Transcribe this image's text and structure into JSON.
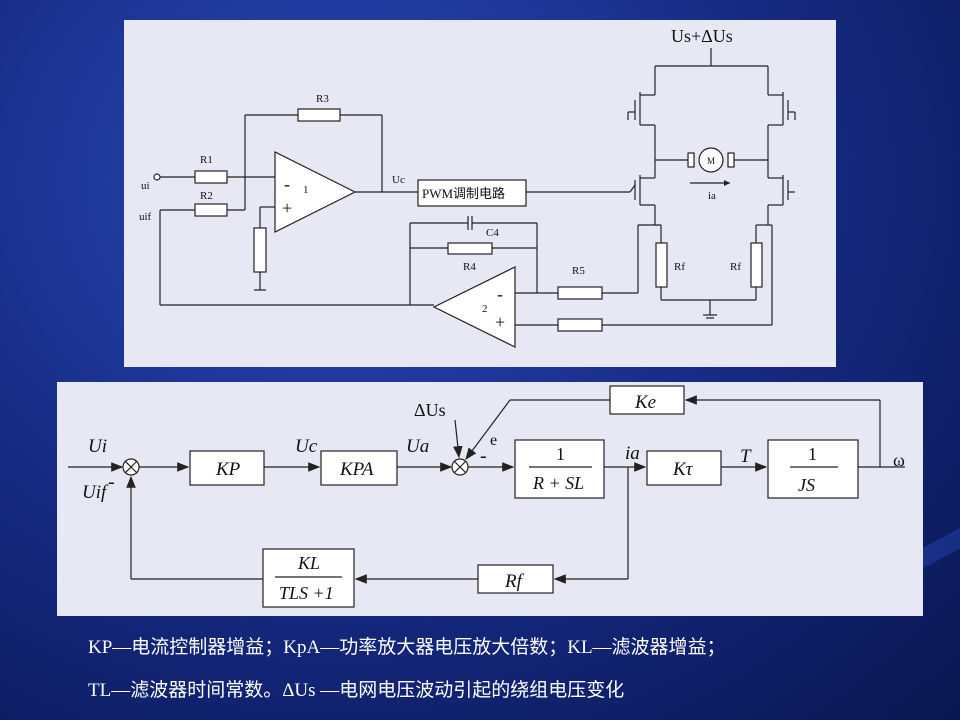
{
  "circuit": {
    "supply_label": "Us+ΔUs",
    "r3": "R3",
    "r1": "R1",
    "r2": "R2",
    "r4": "R4",
    "r5": "R5",
    "c4": "C4",
    "rf_left": "Rf",
    "rf_right": "Rf",
    "ui": "ui",
    "uif": "uif",
    "uc": "Uc",
    "op1_num": "1",
    "op2_num": "2",
    "minus": "-",
    "plus": "+",
    "pwm_label": "PWM调制电路",
    "motor": "M",
    "ia": "ia"
  },
  "block": {
    "ui": "Ui",
    "uif": "Uif",
    "uc": "Uc",
    "ua": "Ua",
    "delta_us": "ΔUs",
    "e": "e",
    "ia": "ia",
    "t": "T",
    "omega": "ω",
    "minus": "-",
    "kp": "KP",
    "kpa": "KPA",
    "tf1_num": "1",
    "tf1_den": "R + SL",
    "kt": "Kτ",
    "tf2_num": "1",
    "tf2_den": "JS",
    "ke": "Ke",
    "rf": "Rf",
    "filter_num": "KL",
    "filter_den": "TLS +1"
  },
  "legend": {
    "line1": "KP—电流控制器增益；KpA—功率放大器电压放大倍数；KL—滤波器增益；",
    "line2": "TL—滤波器时间常数。ΔUs —电网电压波动引起的绕组电压变化"
  }
}
